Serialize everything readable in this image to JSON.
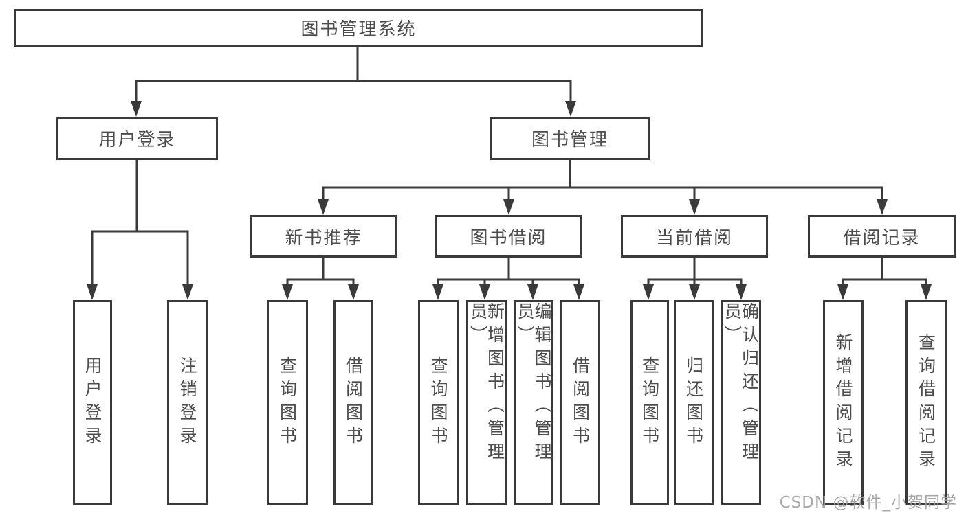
{
  "diagram": {
    "type": "hierarchy",
    "colors": {
      "line": "#3a3a3a",
      "box_border": "#3a3a3a",
      "text": "#4c4c4c",
      "background": "#ffffff",
      "watermark": "#9e9e9e"
    },
    "tree": {
      "root": {
        "label": "图书管理系统",
        "children": [
          {
            "label": "用户登录",
            "children": [
              {
                "label": "用户登录"
              },
              {
                "label": "注销登录"
              }
            ]
          },
          {
            "label": "图书管理",
            "children": [
              {
                "label": "新书推荐",
                "children": [
                  {
                    "label": "查询图书"
                  },
                  {
                    "label": "借阅图书"
                  }
                ]
              },
              {
                "label": "图书借阅",
                "children": [
                  {
                    "label": "查询图书"
                  },
                  {
                    "label": "新增图书（管理员）"
                  },
                  {
                    "label": "编辑图书（管理员）"
                  },
                  {
                    "label": "借阅图书"
                  }
                ]
              },
              {
                "label": "当前借阅",
                "children": [
                  {
                    "label": "查询图书"
                  },
                  {
                    "label": "归还图书"
                  },
                  {
                    "label": "确认归还（管理员）"
                  }
                ]
              },
              {
                "label": "借阅记录",
                "children": [
                  {
                    "label": "新增借阅记录"
                  },
                  {
                    "label": "查询借阅记录"
                  }
                ]
              }
            ]
          }
        ]
      }
    },
    "watermark": {
      "text": "CSDN @软件_小贺同学"
    }
  }
}
